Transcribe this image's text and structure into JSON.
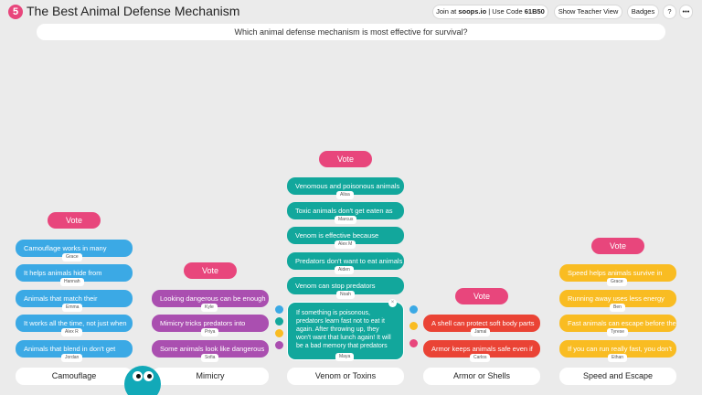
{
  "header": {
    "logo_text": "5",
    "title": "The Best Animal Defense Mechanism",
    "join_prefix": "Join at",
    "join_site": "soops.io",
    "join_sep": "| Use Code",
    "join_code": "61B50",
    "teacher_view": "Show Teacher View",
    "badges": "Badges",
    "help": "?",
    "menu": "•••"
  },
  "question": "Which animal defense mechanism is most effective for survival?",
  "vote_label": "Vote",
  "columns": [
    {
      "label": "Camouflage",
      "color": "#3ba9e5",
      "cards": [
        {
          "text": "Camouflage works in many",
          "author": "Grace"
        },
        {
          "text": "It helps animals hide from",
          "author": "Hannah"
        },
        {
          "text": "Animals that match their",
          "author": "Emma"
        },
        {
          "text": "It works all the time, not just when",
          "author": "Alex R"
        },
        {
          "text": "Animals that blend in don't get",
          "author": "Jordan"
        }
      ]
    },
    {
      "label": "Mimicry",
      "color": "#aa4fb0",
      "cards": [
        {
          "text": "Looking dangerous can be enough",
          "author": "Kyle"
        },
        {
          "text": "Mimicry tricks predators into",
          "author": "Priya"
        },
        {
          "text": "Some animals look like dangerous",
          "author": "Sofia"
        }
      ]
    },
    {
      "label": "Venom or Toxins",
      "color": "#12a79c",
      "cards": [
        {
          "text": "Venomous and poisonous animals",
          "author": "Alisa"
        },
        {
          "text": "Toxic animals don't get eaten as",
          "author": "Marcus"
        },
        {
          "text": "Venom is effective because",
          "author": "Alex M"
        },
        {
          "text": "Predators don't want to eat animals",
          "author": "Aiden"
        },
        {
          "text": "Venom can stop predators",
          "author": "Noah"
        },
        {
          "text": "If something is poisonous, predators learn fast not to eat it again. After throwing up, they won't want that lunch again! It will be a bad memory that predators",
          "author": "Maya"
        }
      ]
    },
    {
      "label": "Armor or Shells",
      "color": "#ea4335",
      "cards": [
        {
          "text": "A shell can protect soft body parts",
          "author": "Jamal"
        },
        {
          "text": "Armor keeps animals safe even if",
          "author": "Carlos"
        }
      ]
    },
    {
      "label": "Speed and Escape",
      "color": "#f9bc22",
      "cards": [
        {
          "text": "Speed helps animals survive in",
          "author": "Grace"
        },
        {
          "text": "Running away uses less energy",
          "author": "Ben"
        },
        {
          "text": "Fast animals can escape before the",
          "author": "Tyrese"
        },
        {
          "text": "If you can run really fast, you don't",
          "author": "Ethan"
        }
      ]
    }
  ],
  "close_label": "×"
}
